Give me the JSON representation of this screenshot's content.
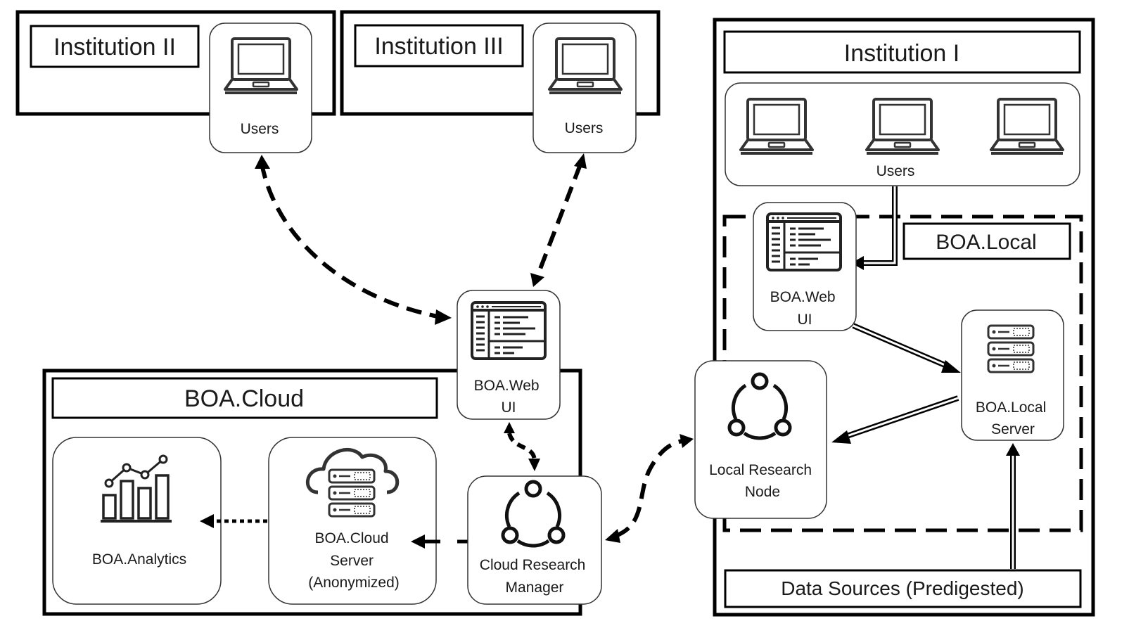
{
  "institutions": {
    "inst2": {
      "title": "Institution II",
      "users_label": "Users"
    },
    "inst3": {
      "title": "Institution III",
      "users_label": "Users"
    },
    "inst1": {
      "title": "Institution I",
      "users_label": "Users"
    }
  },
  "cloud": {
    "title": "BOA.Cloud",
    "analytics_label": "BOA.Analytics",
    "server_label": [
      "BOA.Cloud",
      "Server",
      "(Anonymized)"
    ],
    "manager_label": [
      "Cloud Research",
      "Manager"
    ]
  },
  "central_webui_label": [
    "BOA.Web",
    "UI"
  ],
  "local": {
    "title": "BOA.Local",
    "webui_label": [
      "BOA.Web",
      "UI"
    ],
    "server_label": [
      "BOA.Local",
      "Server"
    ],
    "node_label": [
      "Local Research",
      "Node"
    ]
  },
  "data_sources_label": "Data Sources (Predigested)",
  "icons": {
    "laptop": "laptop-icon",
    "web_ui": "browser-window-icon",
    "analytics": "bar-chart-icon",
    "cloud_server": "cloud-server-icon",
    "network": "network-nodes-icon",
    "server_rack": "server-rack-icon"
  }
}
